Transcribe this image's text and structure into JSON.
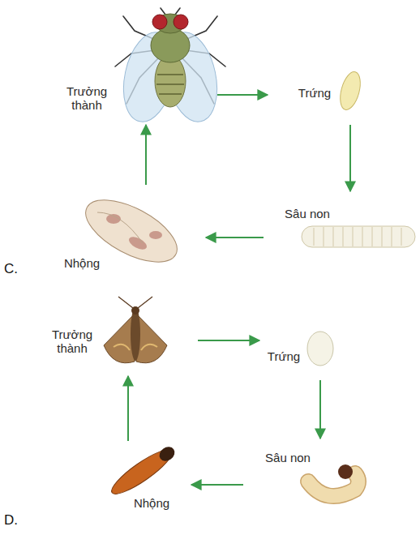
{
  "diagram": {
    "nodes": [
      {
        "text": [
          "Trưởng thành"
        ]
      },
      {
        "text": [
          "Trứng"
        ]
      },
      {
        "text": [
          "Sâu non"
        ]
      },
      {
        "text": [
          "Nhộng"
        ]
      },
      {
        "text": [
          "Trưởng thành"
        ]
      },
      {
        "text": [
          "Trứng"
        ]
      },
      {
        "text": [
          "Sâu non"
        ]
      },
      {
        "text": [
          "Nhộng"
        ]
      }
    ],
    "edges": [
      {
        "from": 0,
        "to": 1,
        "arrow": "to"
      },
      {
        "from": 1,
        "to": 2,
        "arrow": "to"
      },
      {
        "from": 2,
        "to": 3,
        "arrow": "to"
      },
      {
        "from": 3,
        "to": 0,
        "arrow": "to"
      },
      {
        "from": 4,
        "to": 5,
        "arrow": "to"
      },
      {
        "from": 5,
        "to": 6,
        "arrow": "to"
      },
      {
        "from": 6,
        "to": 7,
        "arrow": "to"
      },
      {
        "from": 7,
        "to": 4,
        "arrow": "to"
      }
    ],
    "labels": [
      "C.",
      "D."
    ]
  }
}
